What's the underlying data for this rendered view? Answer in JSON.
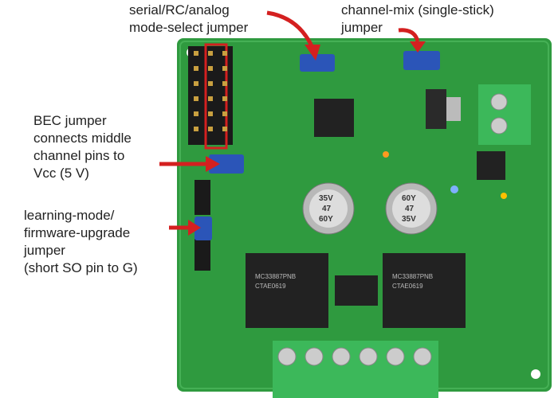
{
  "annotations": {
    "mode_select": [
      "serial/RC/analog",
      "mode-select jumper"
    ],
    "channel_mix": [
      "channel-mix (single-stick)",
      "jumper"
    ],
    "bec": [
      "BEC jumper",
      "connects middle",
      "channel pins to",
      "Vcc (5 V)"
    ],
    "learning": [
      "learning-mode/",
      "firmware-upgrade",
      "jumper",
      "(short SO pin to G)"
    ]
  },
  "board": {
    "driver_chip_text": [
      "MC33887PNB",
      "CTAE0619"
    ],
    "capacitor_text": [
      "35V",
      "47",
      "60Y"
    ]
  },
  "colors": {
    "board": "#2f9a3f",
    "jumper": "#2b55b8",
    "arrow": "#d42020",
    "terminal": "#3cb85a"
  }
}
